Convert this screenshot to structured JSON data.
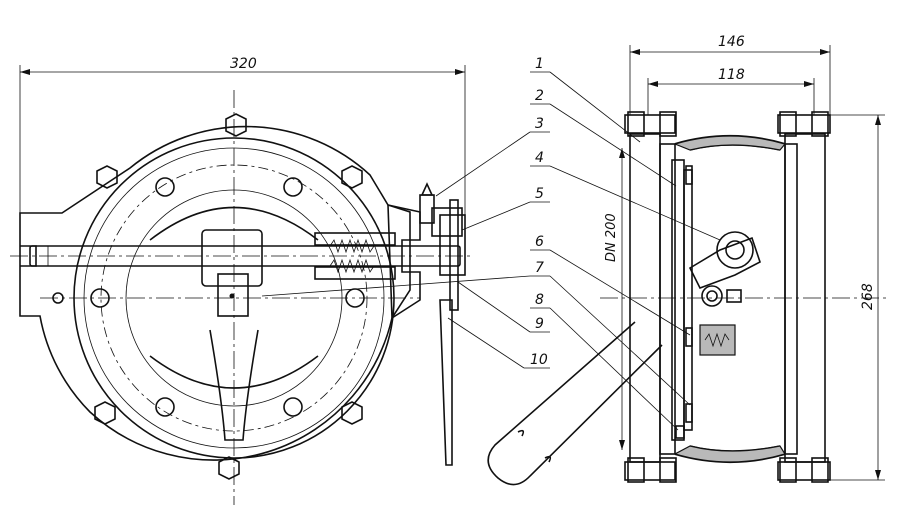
{
  "dimensions": {
    "overall_width": "320",
    "flange_width": "146",
    "body_width": "118",
    "height": "268",
    "nominal_diameter": "DN 200"
  },
  "callouts": [
    {
      "number": "1"
    },
    {
      "number": "2"
    },
    {
      "number": "3"
    },
    {
      "number": "4"
    },
    {
      "number": "5"
    },
    {
      "number": "6"
    },
    {
      "number": "7"
    },
    {
      "number": "8"
    },
    {
      "number": "9"
    },
    {
      "number": "10"
    }
  ],
  "colors": {
    "ink": "#111111",
    "section_fill": "#b9b9b9",
    "background": "#ffffff"
  }
}
